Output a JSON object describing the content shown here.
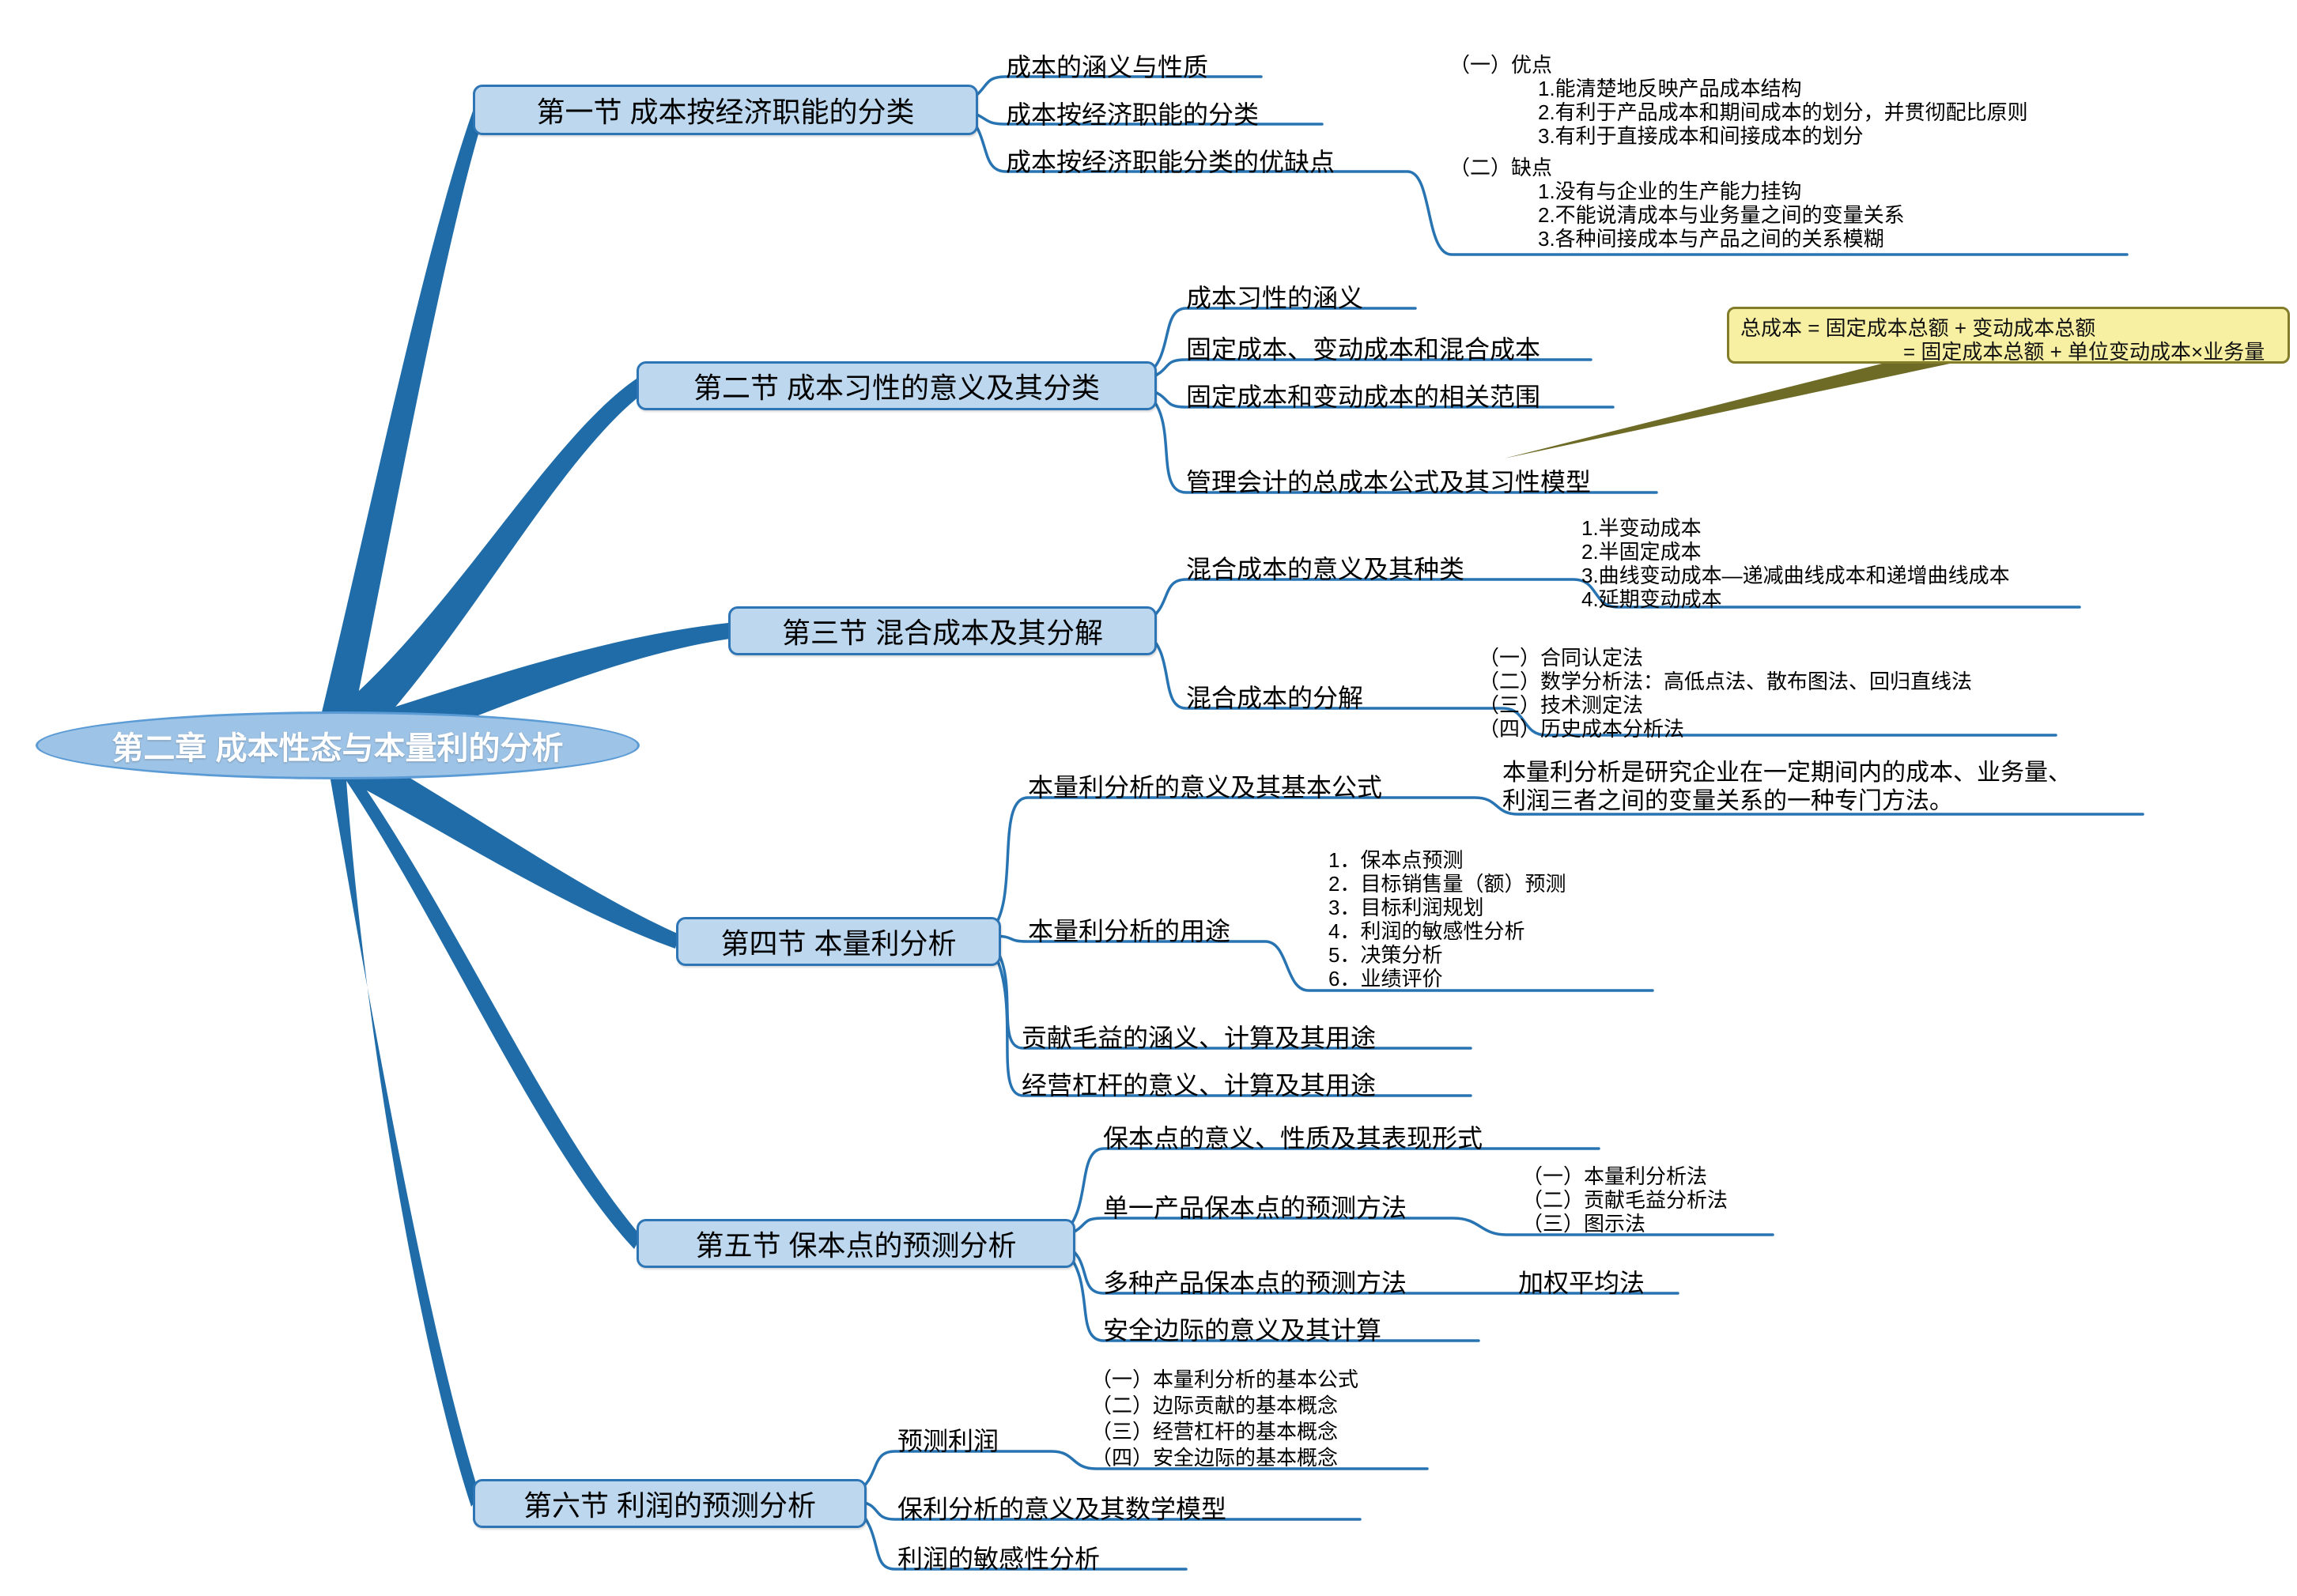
{
  "central": {
    "label": "第二章 成本性态与本量利的分析"
  },
  "colors": {
    "branch": "#1F6CA8",
    "connector": "#2874B2",
    "topic_fill": "#BDD7EE",
    "topic_border": "#2E75B6",
    "central_fill": "#9DC3E6",
    "callout_fill": "#F7F0A2",
    "callout_border": "#827D2B"
  },
  "sections": [
    {
      "title": "第一节 成本按经济职能的分类",
      "children": [
        {
          "label": "成本的涵义与性质"
        },
        {
          "label": "成本按经济职能的分类"
        },
        {
          "label": "成本按经济职能分类的优缺点"
        }
      ],
      "pros_cons": {
        "pros_head": "（一）优点",
        "pros": [
          "1.能清楚地反映产品成本结构",
          "2.有利于产品成本和期间成本的划分，并贯彻配比原则",
          "3.有利于直接成本和间接成本的划分"
        ],
        "cons_head": "（二）缺点",
        "cons": [
          "1.没有与企业的生产能力挂钩",
          "2.不能说清成本与业务量之间的变量关系",
          "3.各种间接成本与产品之间的关系模糊"
        ]
      }
    },
    {
      "title": "第二节 成本习性的意义及其分类",
      "children": [
        {
          "label": "成本习性的涵义"
        },
        {
          "label": "固定成本、变动成本和混合成本"
        },
        {
          "label": "固定成本和变动成本的相关范围"
        },
        {
          "label": "管理会计的总成本公式及其习性模型"
        }
      ],
      "callout": {
        "line1": "总成本 = 固定成本总额 + 变动成本总额",
        "line2": "= 固定成本总额 + 单位变动成本×业务量"
      }
    },
    {
      "title": "第三节 混合成本及其分解",
      "children": [
        {
          "label": "混合成本的意义及其种类",
          "items": [
            "1.半变动成本",
            "2.半固定成本",
            "3.曲线变动成本—递减曲线成本和递增曲线成本",
            "4.延期变动成本"
          ]
        },
        {
          "label": "混合成本的分解",
          "items": [
            "（一）合同认定法",
            "（二）数学分析法：高低点法、散布图法、回归直线法",
            "（三）技术测定法",
            "（四）历史成本分析法"
          ]
        }
      ]
    },
    {
      "title": "第四节 本量利分析",
      "children": [
        {
          "label": "本量利分析的意义及其基本公式",
          "note_line1": "本量利分析是研究企业在一定期间内的成本、业务量、",
          "note_line2": "利润三者之间的变量关系的一种专门方法。"
        },
        {
          "label": "本量利分析的用途",
          "items": [
            "1．保本点预测",
            "2．目标销售量（额）预测",
            "3．目标利润规划",
            "4．利润的敏感性分析",
            "5．决策分析",
            "6．业绩评价"
          ]
        },
        {
          "label": "贡献毛益的涵义、计算及其用途"
        },
        {
          "label": "经营杠杆的意义、计算及其用途"
        }
      ]
    },
    {
      "title": "第五节 保本点的预测分析",
      "children": [
        {
          "label": "保本点的意义、性质及其表现形式"
        },
        {
          "label": "单一产品保本点的预测方法",
          "items": [
            "（一）本量利分析法",
            "（二）贡献毛益分析法",
            "（三）图示法"
          ]
        },
        {
          "label": "多种产品保本点的预测方法",
          "sub_label": "加权平均法"
        },
        {
          "label": "安全边际的意义及其计算"
        }
      ]
    },
    {
      "title": "第六节 利润的预测分析",
      "children": [
        {
          "label": "预测利润",
          "items": [
            "（一）本量利分析的基本公式",
            "（二）边际贡献的基本概念",
            "（三）经营杠杆的基本概念",
            "（四）安全边际的基本概念"
          ]
        },
        {
          "label": "保利分析的意义及其数学模型"
        },
        {
          "label": "利润的敏感性分析"
        }
      ]
    }
  ]
}
